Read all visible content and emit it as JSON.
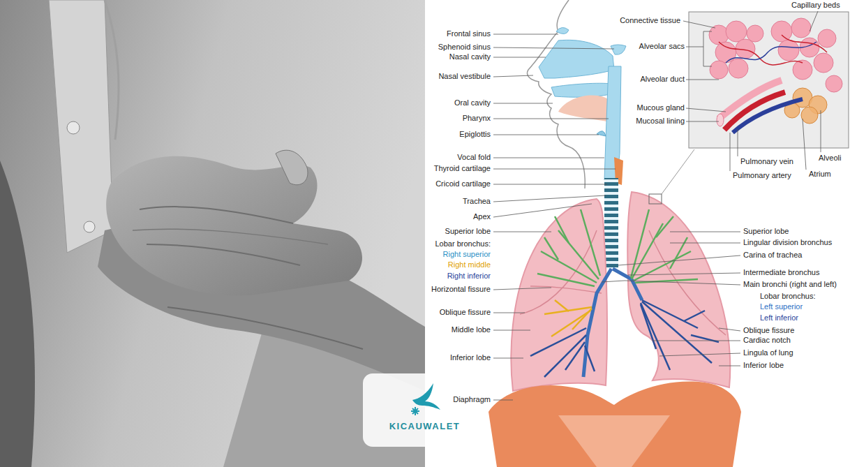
{
  "diagram": {
    "nodes": [
      {
        "text": [
          "KICAUWALET"
        ]
      }
    ],
    "labels": [
      "Capillary beds",
      "Connective tissue",
      "Frontal sinus",
      "Sphenoid sinus",
      "Alveolar sacs",
      "Nasal cavity",
      "Nasal vestibule",
      "Alveolar duct",
      "Oral cavity",
      "Mucous gland",
      "Mucosal lining",
      "Pharynx",
      "Epiglottis",
      "Vocal fold",
      "Pulmonary vein",
      "Alveoli",
      "Thyroid cartilage",
      "Pulmonary artery",
      "Atrium",
      "Cricoid cartilage",
      "Trachea",
      "Apex",
      "Superior lobe",
      "Superior lobe",
      "Lingular division bronchus",
      "Lobar bronchus:",
      "Right superior",
      "Carina of trachea",
      "Right middle",
      "Right inferior",
      "Intermediate bronchus",
      "Main bronchi (right and left)",
      "Horizontal fissure",
      "Lobar bronchus:",
      "Left superior",
      "Left inferior",
      "Oblique fissure",
      "Oblique fissure",
      "Cardiac notch",
      "Middle lobe",
      "Lingula of lung",
      "Inferior lobe",
      "Inferior lobe",
      "Diaphragm"
    ]
  }
}
